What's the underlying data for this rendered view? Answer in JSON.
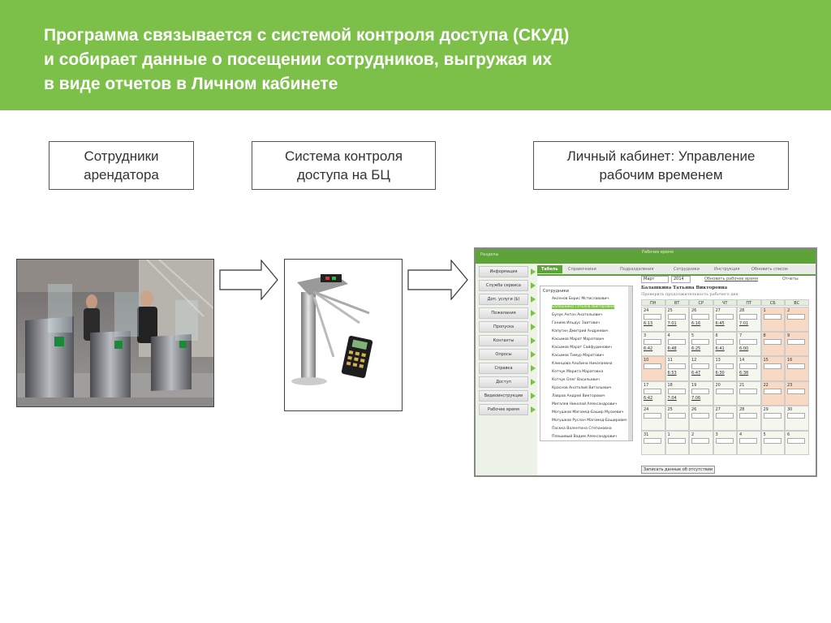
{
  "banner": {
    "line1": "Программа связывается с системой контроля доступа (СКУД)",
    "line2": "и собирает данные о посещении сотрудников, выгружая их",
    "line3": "в виде отчетов в Личном кабинете",
    "color": "#7cc04a"
  },
  "boxes": [
    {
      "line1": "Сотрудники",
      "line2": "арендатора"
    },
    {
      "line1": "Система контроля",
      "line2": "доступа на БЦ"
    },
    {
      "line1": "Личный кабинет: Управление",
      "line2": "рабочим временем"
    }
  ],
  "screenshot": {
    "top_left": "Разделы",
    "top_center": "Рабочее время",
    "sidebar": [
      "Информация",
      "Служба сервиса",
      "Доп. услуги ($)",
      "Пожелания",
      "Пропуска",
      "Контакты",
      "Опросы",
      "Справка",
      "Доступ",
      "Видеоинструкции",
      "Рабочее время"
    ],
    "tabs": [
      "Табель",
      "Справочники",
      "Подразделения",
      "Сотрудники",
      "Инструкция",
      "Обновить список"
    ],
    "controls": {
      "month": "Март",
      "year": "2014",
      "refresh_link": "Обновить рабочее время",
      "reports": "Отчеты"
    },
    "tree_root": "Сотрудники",
    "employees": [
      "Аксенов Борис Мстиславович",
      "Балашкина Татьяна Викторовна",
      "Булук Антон Анатольевич",
      "Ганиев Ильдус Заитович",
      "Капугин Дмитрий Андреевич",
      "Касымов Марат Маратович",
      "Касымов Марат Сайфудинович",
      "Касымов Тимур Маратович",
      "Клинцова Альбина Николаевна",
      "Котчук Марита Маратовна",
      "Котчук Олег Васильевич",
      "Краснов Анатолий Витальевич",
      "Лавров Андрей Викторович",
      "Мигалев Николай Александрович",
      "Могушков Магомед-Башир Мусиевич",
      "Могушков Руслан Магомед-Баширович",
      "Паскка Валентина Степановна",
      "Плешивый Вадим Александрович"
    ],
    "selected_employee": "Балашкина Татьяна Викторовна",
    "subtitle": "Проверить продолжительность рабочего дня",
    "weekdays": [
      "ПН",
      "ВТ",
      "СР",
      "ЧТ",
      "ПТ",
      "СБ",
      "ВС"
    ],
    "weeks": [
      [
        {
          "d": "24",
          "t": "6:13"
        },
        {
          "d": "25",
          "t": "7:01"
        },
        {
          "d": "26",
          "t": "6:16"
        },
        {
          "d": "27",
          "t": "6:45"
        },
        {
          "d": "28",
          "t": "7:01"
        },
        {
          "d": "1",
          "t": ""
        },
        {
          "d": "2",
          "t": ""
        }
      ],
      [
        {
          "d": "3",
          "t": "6:42"
        },
        {
          "d": "4",
          "t": "6:48"
        },
        {
          "d": "5",
          "t": "6:25"
        },
        {
          "d": "6",
          "t": "6:41"
        },
        {
          "d": "7",
          "t": "6:00"
        },
        {
          "d": "8",
          "t": ""
        },
        {
          "d": "9",
          "t": ""
        }
      ],
      [
        {
          "d": "10",
          "t": ""
        },
        {
          "d": "11",
          "t": "6:53"
        },
        {
          "d": "12",
          "t": "6:47"
        },
        {
          "d": "13",
          "t": "6:30"
        },
        {
          "d": "14",
          "t": "6:38"
        },
        {
          "d": "15",
          "t": ""
        },
        {
          "d": "16",
          "t": ""
        }
      ],
      [
        {
          "d": "17",
          "t": "6:42"
        },
        {
          "d": "18",
          "t": "7:04"
        },
        {
          "d": "19",
          "t": "7:06"
        },
        {
          "d": "20",
          "t": ""
        },
        {
          "d": "21",
          "t": ""
        },
        {
          "d": "22",
          "t": ""
        },
        {
          "d": "23",
          "t": ""
        }
      ],
      [
        {
          "d": "24",
          "t": ""
        },
        {
          "d": "25",
          "t": ""
        },
        {
          "d": "26",
          "t": ""
        },
        {
          "d": "27",
          "t": ""
        },
        {
          "d": "28",
          "t": ""
        },
        {
          "d": "29",
          "t": ""
        },
        {
          "d": "30",
          "t": ""
        }
      ],
      [
        {
          "d": "31",
          "t": ""
        },
        {
          "d": "1",
          "t": ""
        },
        {
          "d": "2",
          "t": ""
        },
        {
          "d": "3",
          "t": ""
        },
        {
          "d": "4",
          "t": ""
        },
        {
          "d": "5",
          "t": ""
        },
        {
          "d": "6",
          "t": ""
        }
      ]
    ],
    "save_button": "Записать данные об отсутствии"
  }
}
